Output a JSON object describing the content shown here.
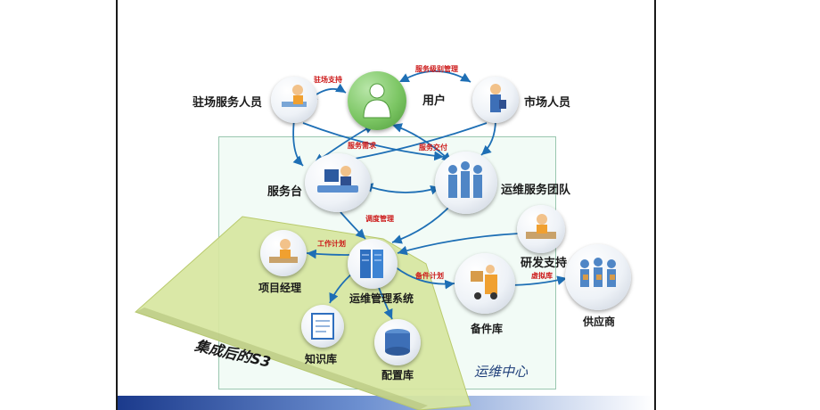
{
  "nodes": {
    "user": "用户",
    "onsite_staff": "驻场服务人员",
    "market_staff": "市场人员",
    "service_desk": "服务台",
    "ops_team": "运维服务团队",
    "rd_support": "研发支持",
    "project_manager": "项目经理",
    "ops_system": "运维管理系统",
    "spare_store": "备件库",
    "supplier": "供应商",
    "knowledge_base": "知识库",
    "config_base": "配置库"
  },
  "edges": {
    "onsite_support": "驻场支持",
    "service_level": "服务级别管理",
    "service_request": "服务需求",
    "service_delivery": "服务交付",
    "dispatch": "调度管理",
    "work_plan": "工作计划",
    "parts_plan": "备件计划",
    "virtual_store": "虚拟库"
  },
  "center_title": "运维中心",
  "overlay_title": "集成后的S3",
  "colors": {
    "center_bg": "#f2fbf6",
    "overlay": "#d7e6a0",
    "arrow": "#1e6fb5",
    "edge_label": "#cc1818",
    "user_node": "#7cc664"
  },
  "icons": [
    "operator-at-desk-icon",
    "person-icon",
    "people-group-icon",
    "server-rack-icon",
    "document-icon",
    "database-cylinder-icon",
    "forklift-icon",
    "suppliers-group-icon"
  ]
}
